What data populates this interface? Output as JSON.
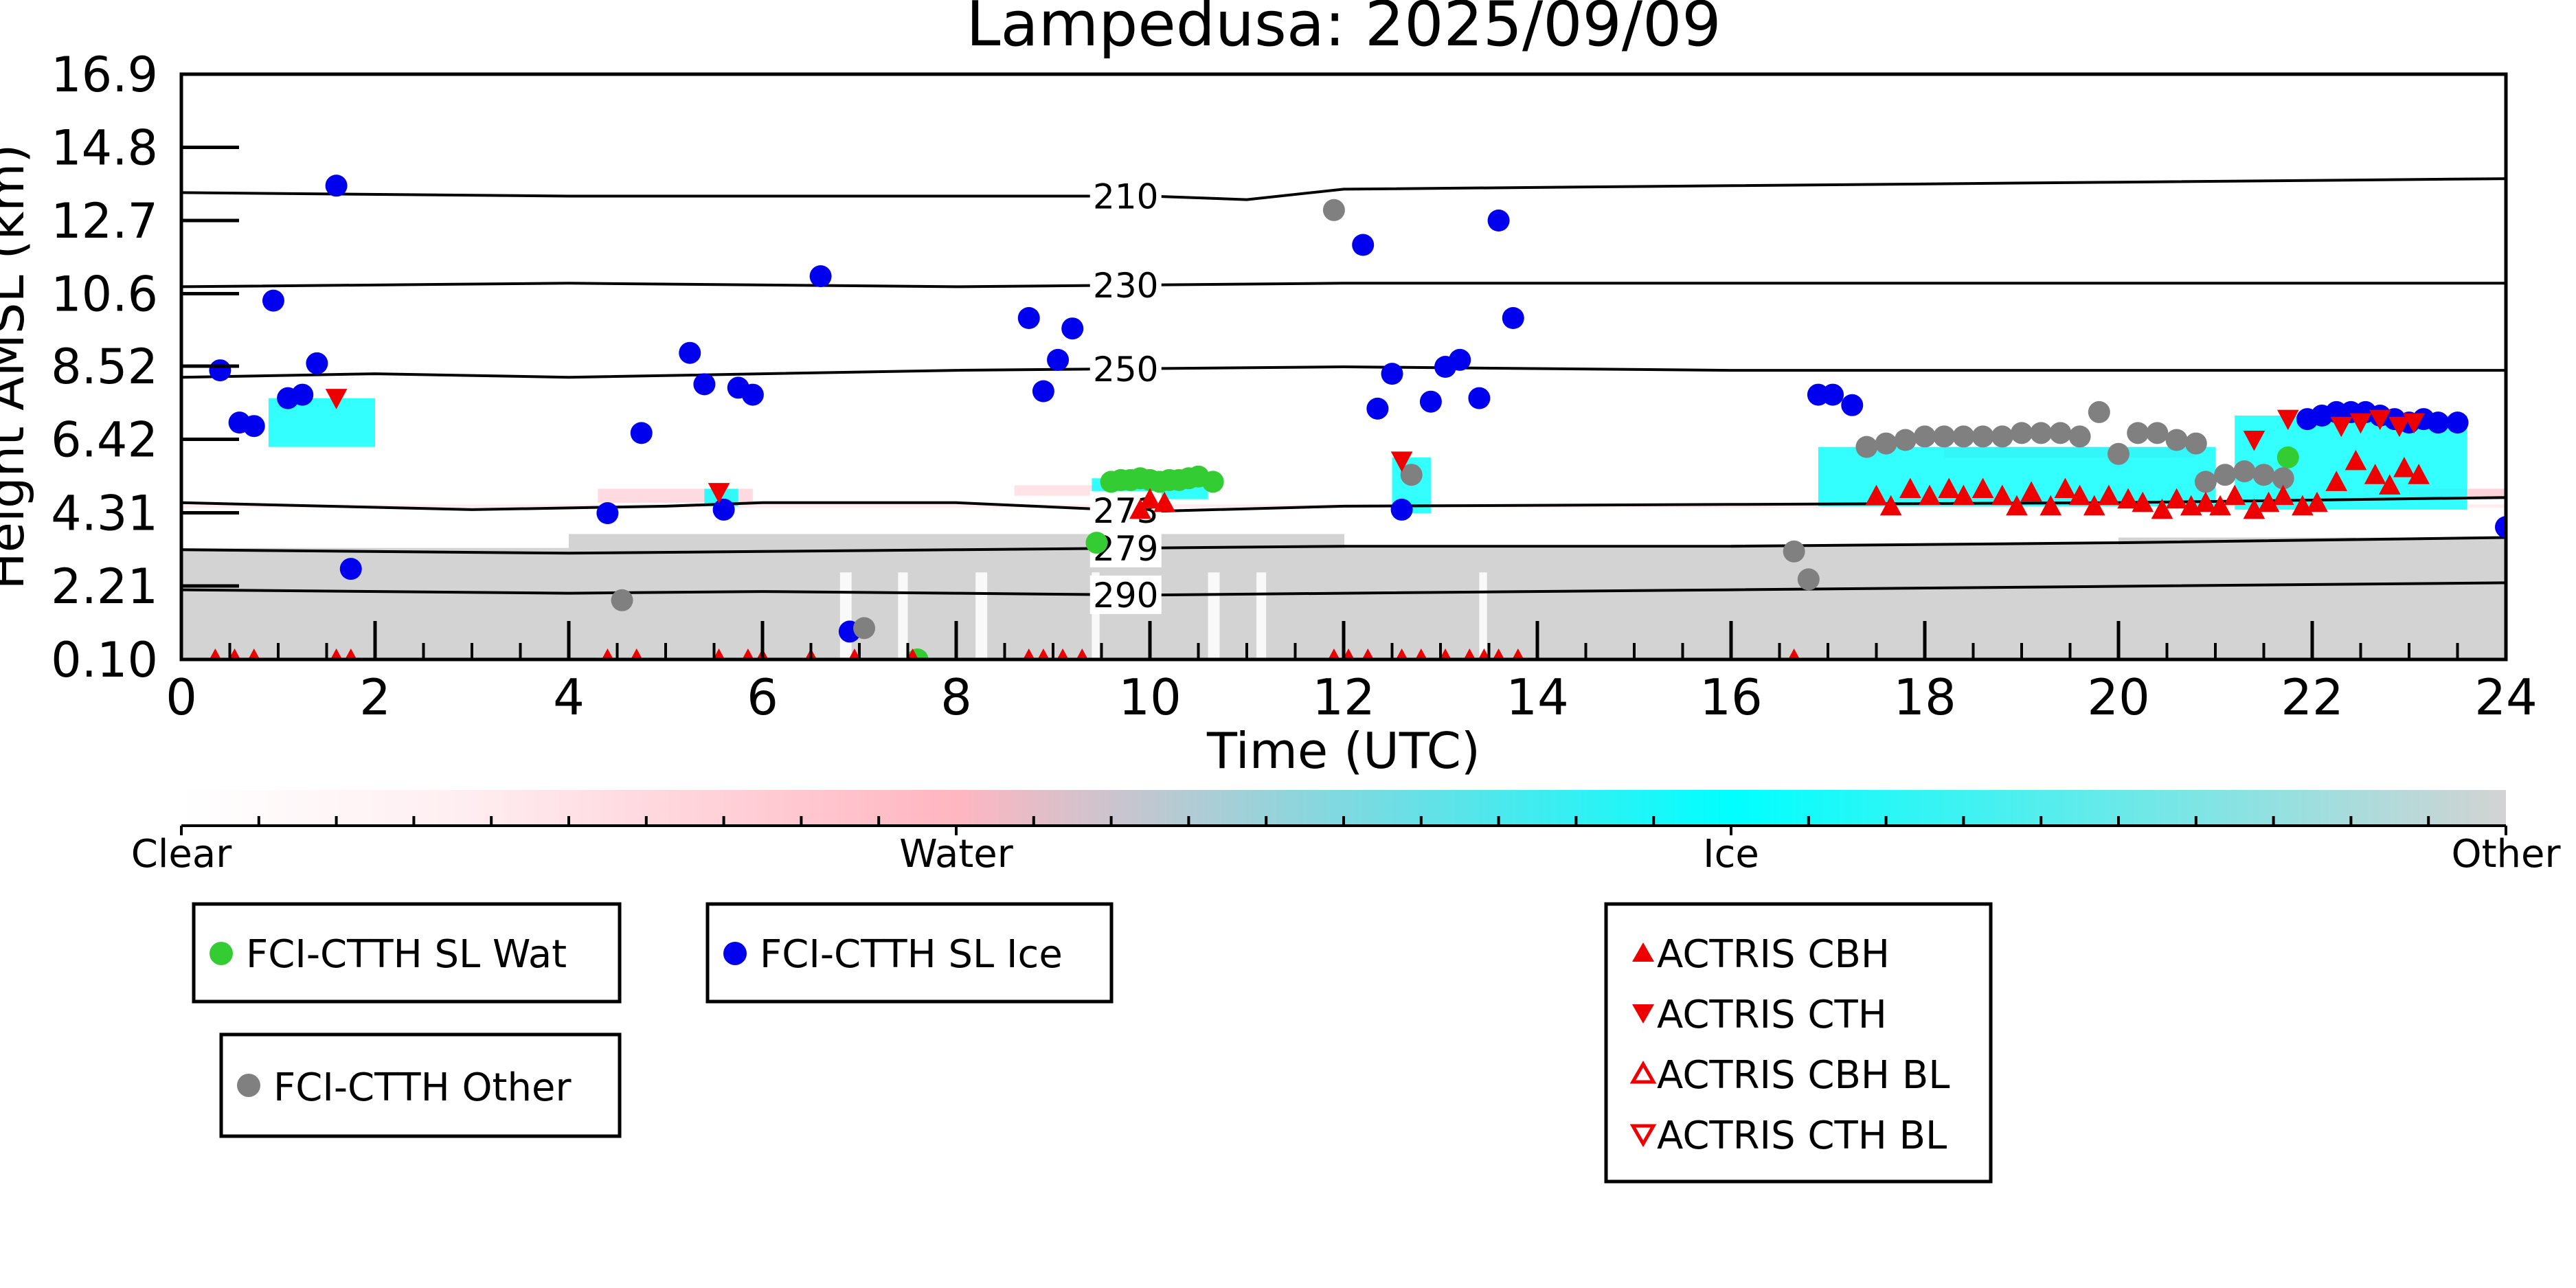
{
  "chart_data": {
    "type": "scatter",
    "title": "Lampedusa: 2025/09/09",
    "xlabel": "Time (UTC)",
    "ylabel": "Height AMSL (km)",
    "xlim": [
      0,
      24
    ],
    "ylim": [
      0.1,
      16.9
    ],
    "x_ticks": [
      "0",
      "2",
      "4",
      "6",
      "8",
      "10",
      "12",
      "14",
      "16",
      "18",
      "20",
      "22",
      "24"
    ],
    "y_ticks": [
      "0.10",
      "2.21",
      "4.31",
      "6.42",
      "8.52",
      "10.6",
      "12.7",
      "14.8",
      "16.9"
    ],
    "grid": false,
    "colorbar": {
      "labels": [
        "Clear",
        "Water",
        "Ice",
        "Other"
      ],
      "colors": [
        "#ffffff",
        "#ffb6c1",
        "#00ffff",
        "#d3d3d3"
      ]
    },
    "isotherms": [
      {
        "label": "210",
        "points": [
          [
            0,
            13.5
          ],
          [
            4,
            13.4
          ],
          [
            8,
            13.4
          ],
          [
            10,
            13.4
          ],
          [
            11,
            13.3
          ],
          [
            12,
            13.6
          ],
          [
            16,
            13.7
          ],
          [
            20,
            13.8
          ],
          [
            24,
            13.9
          ]
        ]
      },
      {
        "label": "230",
        "points": [
          [
            0,
            10.8
          ],
          [
            4,
            10.9
          ],
          [
            8,
            10.8
          ],
          [
            12,
            10.9
          ],
          [
            16,
            10.9
          ],
          [
            20,
            10.9
          ],
          [
            24,
            10.9
          ]
        ]
      },
      {
        "label": "250",
        "points": [
          [
            0,
            8.2
          ],
          [
            2,
            8.3
          ],
          [
            4,
            8.2
          ],
          [
            8,
            8.4
          ],
          [
            12,
            8.5
          ],
          [
            16,
            8.4
          ],
          [
            20,
            8.4
          ],
          [
            24,
            8.4
          ]
        ]
      },
      {
        "label": "273",
        "points": [
          [
            0,
            4.6
          ],
          [
            3,
            4.4
          ],
          [
            5,
            4.5
          ],
          [
            6,
            4.6
          ],
          [
            8,
            4.6
          ],
          [
            10,
            4.35
          ],
          [
            12,
            4.5
          ],
          [
            16,
            4.55
          ],
          [
            20,
            4.6
          ],
          [
            24,
            4.75
          ]
        ]
      },
      {
        "label": "279",
        "points": [
          [
            0,
            3.25
          ],
          [
            4,
            3.15
          ],
          [
            6,
            3.2
          ],
          [
            8,
            3.25
          ],
          [
            10,
            3.3
          ],
          [
            12,
            3.35
          ],
          [
            16,
            3.35
          ],
          [
            20,
            3.45
          ],
          [
            24,
            3.6
          ]
        ]
      },
      {
        "label": "290",
        "points": [
          [
            0,
            2.1
          ],
          [
            4,
            2.0
          ],
          [
            6,
            2.05
          ],
          [
            8,
            2.0
          ],
          [
            10,
            1.95
          ],
          [
            12,
            2.0
          ],
          [
            16,
            2.1
          ],
          [
            20,
            2.2
          ],
          [
            24,
            2.3
          ]
        ]
      }
    ],
    "series": [
      {
        "name": "FCI-CTTH SL Wat",
        "color": "#33cc33",
        "marker": "circle",
        "x": [
          7.6,
          9.45,
          9.6,
          9.7,
          9.8,
          9.9,
          10.0,
          10.1,
          10.2,
          10.3,
          10.4,
          10.5,
          10.65,
          21.75
        ],
        "y": [
          0.1,
          3.45,
          5.2,
          5.25,
          5.25,
          5.3,
          5.25,
          5.2,
          5.25,
          5.25,
          5.3,
          5.35,
          5.2,
          5.9
        ]
      },
      {
        "name": "FCI-CTTH SL Ice",
        "color": "#0000ee",
        "marker": "circle",
        "x": [
          0.4,
          0.6,
          0.75,
          0.95,
          1.1,
          1.25,
          1.4,
          1.6,
          1.75,
          4.4,
          4.75,
          5.25,
          5.4,
          5.6,
          5.75,
          5.9,
          6.6,
          6.9,
          8.75,
          8.9,
          9.05,
          9.2,
          12.2,
          12.35,
          12.5,
          12.6,
          12.9,
          13.05,
          13.2,
          13.4,
          13.6,
          13.75,
          16.9,
          17.05,
          17.25,
          21.95,
          22.1,
          22.25,
          22.4,
          22.55,
          22.7,
          22.85,
          23.0,
          23.15,
          23.3,
          23.5,
          24.0
        ],
        "y": [
          8.4,
          6.9,
          6.8,
          10.4,
          7.6,
          7.7,
          8.6,
          13.7,
          2.7,
          4.3,
          6.6,
          8.9,
          8.0,
          4.4,
          7.9,
          7.7,
          11.1,
          0.9,
          9.9,
          7.8,
          8.7,
          9.6,
          12.0,
          7.3,
          8.3,
          4.4,
          7.5,
          8.5,
          8.7,
          7.6,
          12.7,
          9.9,
          7.7,
          7.7,
          7.4,
          7.0,
          7.1,
          7.2,
          7.2,
          7.2,
          7.1,
          7.0,
          6.9,
          7.0,
          6.9,
          6.9,
          3.9
        ]
      },
      {
        "name": "FCI-CTTH Other",
        "color": "#808080",
        "marker": "circle",
        "x": [
          4.55,
          7.05,
          11.9,
          12.7,
          16.65,
          16.8,
          17.4,
          17.6,
          17.8,
          18.0,
          18.2,
          18.4,
          18.6,
          18.8,
          19.0,
          19.2,
          19.4,
          19.6,
          19.8,
          20.0,
          20.2,
          20.4,
          20.6,
          20.8,
          20.9,
          21.1,
          21.3,
          21.5,
          21.7
        ],
        "y": [
          1.8,
          1.0,
          13.0,
          5.4,
          3.2,
          2.4,
          6.2,
          6.3,
          6.4,
          6.5,
          6.5,
          6.5,
          6.5,
          6.5,
          6.6,
          6.6,
          6.6,
          6.5,
          7.2,
          6.0,
          6.6,
          6.6,
          6.4,
          6.3,
          5.2,
          5.4,
          5.5,
          5.4,
          5.3
        ]
      },
      {
        "name": "ACTRIS CBH",
        "color": "#ee0000",
        "marker": "triangle-up",
        "x": [
          0.35,
          0.55,
          0.75,
          1.6,
          1.75,
          4.4,
          4.7,
          5.55,
          5.85,
          6.0,
          6.5,
          6.95,
          7.55,
          8.75,
          8.9,
          9.1,
          9.3,
          9.9,
          10.0,
          10.15,
          11.9,
          12.05,
          12.25,
          12.6,
          12.8,
          13.05,
          13.3,
          13.45,
          13.6,
          13.8,
          16.65,
          17.5,
          17.65,
          17.85,
          18.05,
          18.25,
          18.4,
          18.6,
          18.8,
          18.95,
          19.1,
          19.3,
          19.45,
          19.6,
          19.75,
          19.9,
          20.1,
          20.25,
          20.45,
          20.6,
          20.75,
          20.9,
          21.05,
          21.2,
          21.4,
          21.55,
          21.7,
          21.9,
          22.05,
          22.25,
          22.45,
          22.65,
          22.8,
          22.95,
          23.1
        ],
        "y": [
          0.1,
          0.1,
          0.1,
          0.1,
          0.1,
          0.1,
          0.1,
          0.1,
          0.1,
          0.1,
          0.1,
          0.1,
          0.1,
          0.1,
          0.1,
          0.1,
          0.1,
          4.4,
          4.7,
          4.6,
          0.1,
          0.1,
          0.1,
          0.1,
          0.1,
          0.1,
          0.1,
          0.1,
          0.1,
          0.1,
          0.1,
          4.8,
          4.5,
          5.0,
          4.8,
          5.0,
          4.8,
          5.0,
          4.8,
          4.5,
          4.9,
          4.5,
          5.0,
          4.8,
          4.5,
          4.8,
          4.7,
          4.6,
          4.4,
          4.7,
          4.5,
          4.6,
          4.5,
          4.8,
          4.4,
          4.6,
          4.8,
          4.5,
          4.6,
          5.2,
          5.8,
          5.4,
          5.1,
          5.6,
          5.4
        ]
      },
      {
        "name": "ACTRIS CTH",
        "color": "#ee0000",
        "marker": "triangle-down",
        "x": [
          1.6,
          5.55,
          12.6,
          21.4,
          21.75,
          22.3,
          22.5,
          22.7,
          22.9,
          23.05
        ],
        "y": [
          7.6,
          4.9,
          5.8,
          6.4,
          7.0,
          6.8,
          6.9,
          7.0,
          6.8,
          6.9
        ]
      },
      {
        "name": "ACTRIS CBH BL",
        "color": "#ee0000",
        "marker": "triangle-up-open",
        "x": [],
        "y": []
      },
      {
        "name": "ACTRIS CTH BL",
        "color": "#ee0000",
        "marker": "triangle-down-open",
        "x": [],
        "y": []
      }
    ]
  }
}
